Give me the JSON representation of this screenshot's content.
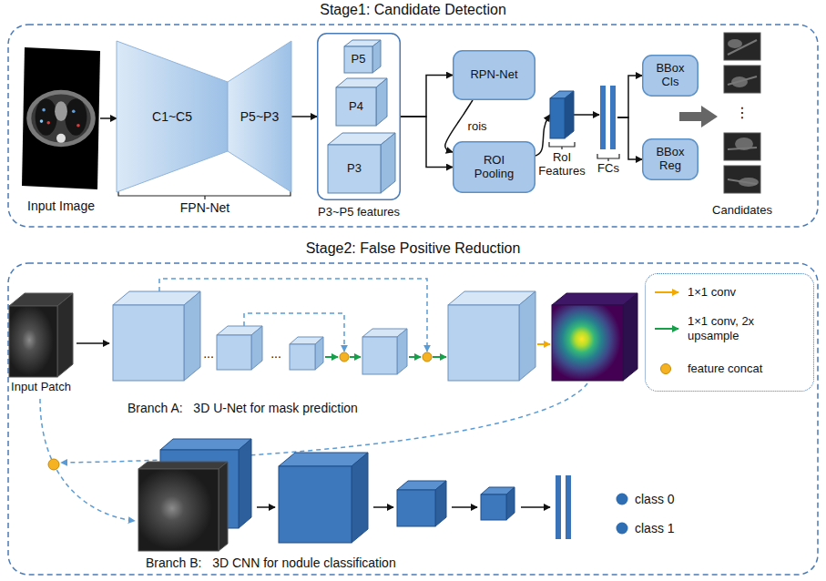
{
  "diagram": {
    "nodes": [
      {
        "text": [
          "Stage1: Candidate Detection"
        ]
      },
      {
        "text": [
          "Input Image"
        ],
        "in": 0
      },
      {
        "text": [
          "C1~C5"
        ],
        "in": 0
      },
      {
        "text": [
          "P5~P3"
        ],
        "in": 0
      },
      {
        "text": [
          "P3~P5 features"
        ],
        "in": 0
      },
      {
        "text": [
          "P5"
        ],
        "in": 4
      },
      {
        "text": [
          "P4"
        ],
        "in": 4
      },
      {
        "text": [
          "P3"
        ],
        "in": 4
      },
      {
        "text": [
          "RPN-Net"
        ],
        "in": 0
      },
      {
        "text": [
          "ROI Pooling"
        ],
        "in": 0
      },
      {
        "text": [
          "RoI Features"
        ],
        "in": 0
      },
      {
        "text": [
          "FCs"
        ],
        "in": 0
      },
      {
        "text": [
          "BBox Cls"
        ],
        "in": 0
      },
      {
        "text": [
          "BBox Reg"
        ],
        "in": 0
      },
      {
        "text": [
          "Candidates"
        ],
        "in": 0
      },
      {
        "text": [
          "Stage2: False Positive Reduction"
        ]
      },
      {
        "text": [
          "Input Patch"
        ],
        "in": 15
      }
    ],
    "edges": [
      {
        "from": 1,
        "to": 2,
        "arrow": "to"
      },
      {
        "from": 3,
        "to": 4,
        "arrow": "to"
      },
      {
        "from": 4,
        "to": 8,
        "arrow": "to"
      },
      {
        "from": 4,
        "to": 9,
        "arrow": "to"
      },
      {
        "from": 8,
        "to": 9,
        "label": "rois",
        "arrow": "to"
      },
      {
        "from": 9,
        "to": 10,
        "arrow": "to"
      },
      {
        "from": 10,
        "to": 11,
        "arrow": "to"
      },
      {
        "from": 11,
        "to": 12,
        "arrow": "to"
      },
      {
        "from": 11,
        "to": 13,
        "arrow": "to"
      }
    ],
    "labels": [
      "FPN-Net",
      "⋮",
      "...",
      "...",
      "Branch A:   3D U-Net for mask prediction",
      "Branch B:   3D CNN for nodule classification",
      "class 0",
      "class 1"
    ],
    "legend": [
      {
        "text": "1×1 conv"
      },
      {
        "text": "1×1 conv, 2x upsample"
      },
      {
        "text": "feature concat",
        "color": "#f5b323"
      }
    ]
  }
}
